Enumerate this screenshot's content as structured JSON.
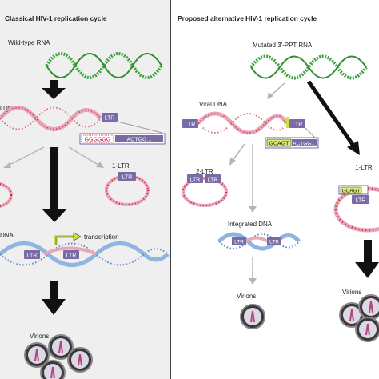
{
  "left": {
    "title": "Classical HIV-1 replication cycle",
    "wildtype_label": "Wild-type RNA",
    "viral_dna_label": "l DNA",
    "ltr": "LTR",
    "seq_ppt": "GGGGGG",
    "seq_end": "ACTGG...",
    "one_ltr_label": "1-LTR",
    "integrated_label": "DNA",
    "transcription_label": "transcription",
    "virions_label": "Virions"
  },
  "right": {
    "title": "Proposed alternative HIV-1 replication cycle",
    "mutated_label": "Mutated 3′-PPT RNA",
    "viral_dna_label": "Viral DNA",
    "ltr": "LTR",
    "seq_mut": "GCAGT",
    "seq_end": "ACTGG...",
    "two_ltr_label": "2-LTR",
    "one_ltr_label": "1-LTR",
    "integrated_label": "Integrated DNA",
    "virions_label": "Virions",
    "virions_label_2": "Virions"
  },
  "colors": {
    "rna_green": "#3aa33a",
    "dna_pink": "#e08aa0",
    "dna_dot": "#d2143c",
    "ltr_purple": "#7a6aa6",
    "seq_yellow": "#d8ec6a",
    "integrated_blue": "#8fb4e0",
    "arrow_black": "#111111",
    "arrow_gray": "#b5b5b5"
  }
}
